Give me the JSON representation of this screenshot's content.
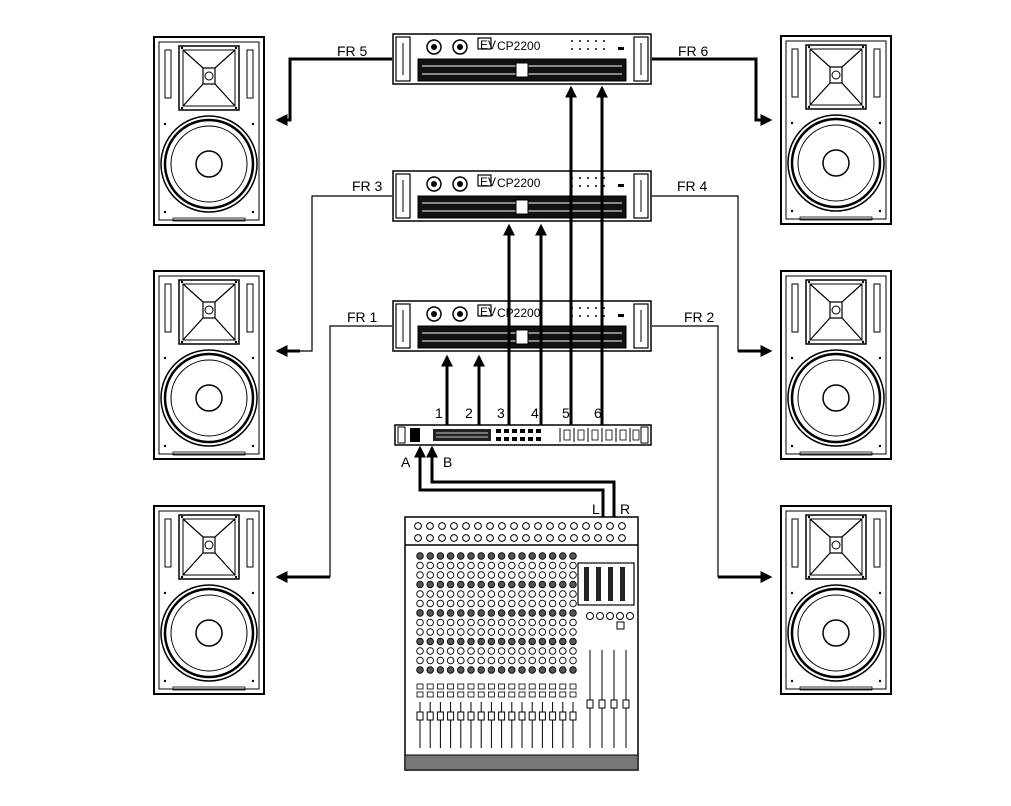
{
  "amps": [
    {
      "brand_mark": "EV",
      "model": "CP2200"
    },
    {
      "brand_mark": "EV",
      "model": "CP2200"
    },
    {
      "brand_mark": "EV",
      "model": "CP2200"
    }
  ],
  "speakers": {
    "fr1": "FR 1",
    "fr2": "FR 2",
    "fr3": "FR 3",
    "fr4": "FR 4",
    "fr5": "FR 5",
    "fr6": "FR 6"
  },
  "processor": {
    "outputs": [
      "1",
      "2",
      "3",
      "4",
      "5",
      "6"
    ],
    "input_a": "A",
    "input_b": "B"
  },
  "mixer": {
    "out_l": "L",
    "out_r": "R"
  }
}
